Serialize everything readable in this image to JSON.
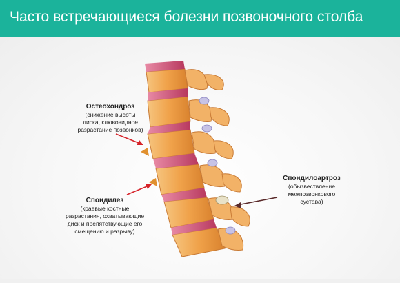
{
  "header": {
    "title": "Часто встречающиеся болезни позвоночного столба"
  },
  "labels": {
    "osteochondrosis": {
      "title": "Остеохондроз",
      "line1": "(снижение высоты",
      "line2": "диска, клювовидное",
      "line3": "разрастание позвонков)"
    },
    "spondylosis": {
      "title": "Спондилез",
      "line1": "(краевые костные",
      "line2": "разрастания, охватывающие",
      "line3": "диск и препятствующие его",
      "line4": "смещению и разрыву)"
    },
    "spondyloarthrosis": {
      "title": "Спондилоартроз",
      "line1": "(обызвествление",
      "line2": "межпозвонкового",
      "line3": "сустава)"
    }
  },
  "colors": {
    "header_bg": "#1bb39b",
    "arrow_red": "#d6232a",
    "arrow_dark": "#5a2a2a",
    "bone": "#f0a24a",
    "disc": "#d2557a"
  }
}
